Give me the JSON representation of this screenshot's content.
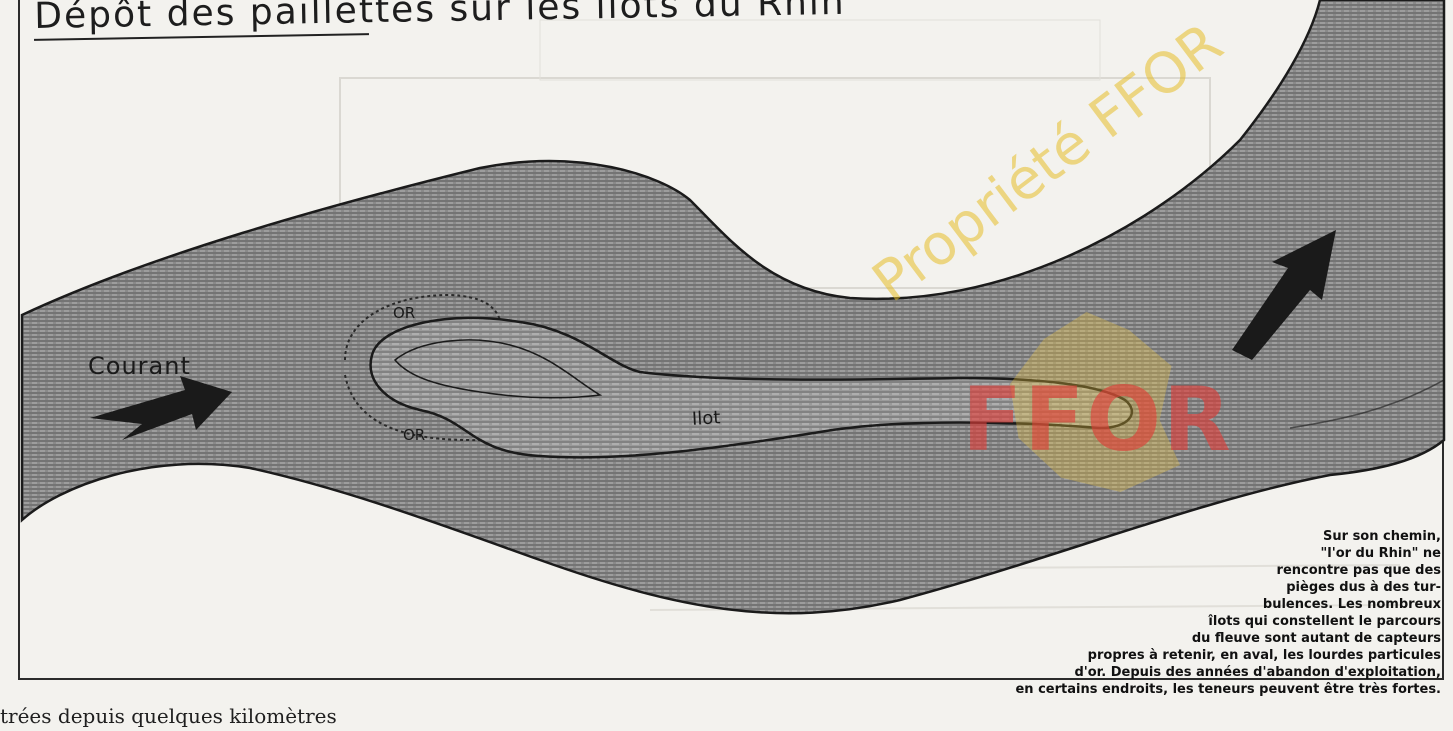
{
  "title": "Dépôt des paillettes sur les îlots du Rhin",
  "map_labels": {
    "current": "Courant",
    "gold_upper": "OR",
    "gold_lower": "OR",
    "island": "Ilot"
  },
  "caption": [
    "Sur son chemin,",
    "\"l'or du Rhin\" ne",
    "rencontre pas que des",
    "pièges dus à des tur-",
    "bulences. Les nombreux",
    "îlots qui constellent le parcours",
    "du fleuve sont autant de capteurs",
    "propres à retenir, en aval, les lourdes particules",
    "d'or. Depuis des années d'abandon d'exploitation,",
    "en certains endroits, les teneurs peuvent être très fortes."
  ],
  "footer_text": "trées depuis quelques kilomètres",
  "watermark": {
    "text": "Propriété FFOR",
    "logo": "FFOR"
  },
  "colors": {
    "paper": "#f3f2ee",
    "ink": "#1d1d1d",
    "river": "#7f7f7f",
    "watermark_gold": "#e6be28",
    "watermark_red": "#e13c37"
  }
}
